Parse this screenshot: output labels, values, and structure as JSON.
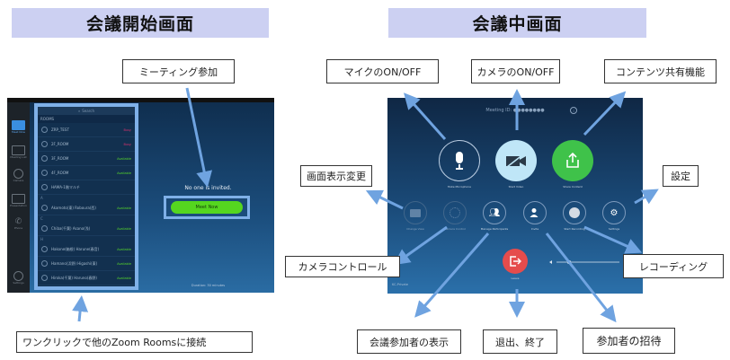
{
  "sections": {
    "start_title": "会議開始画面",
    "during_title": "会議中画面"
  },
  "callouts": {
    "join_meeting": "ミーティング参加",
    "one_click": "ワンクリックで他のZoom Roomsに接続",
    "mic": "マイクのON/OFF",
    "camera": "カメラのON/OFF",
    "share": "コンテンツ共有機能",
    "layout": "画面表示変更",
    "settings": "設定",
    "camera_control": "カメラコントロール",
    "recording": "レコーディング",
    "participants": "会議参加者の表示",
    "leave": "退出、終了",
    "invite": "参加者の招待"
  },
  "start_screen": {
    "sidebar": [
      {
        "label": "Meet Now",
        "icon": "meet-now-icon"
      },
      {
        "label": "Meeting List",
        "icon": "calendar-icon"
      },
      {
        "label": "Camera",
        "icon": "camera-control-icon"
      },
      {
        "label": "Presentation",
        "icon": "presentation-icon"
      },
      {
        "label": "Phone",
        "icon": "phone-icon"
      },
      {
        "label": "Settings",
        "icon": "settings-icon"
      }
    ],
    "search_placeholder": "Search",
    "rooms_header": "ROOMS",
    "rooms": [
      {
        "letter": "",
        "name": "ZRP_TEST",
        "status": "Busy"
      },
      {
        "letter": "",
        "name": "2F_ROOM",
        "status": "Busy"
      },
      {
        "letter": "",
        "name": "3F_ROOM",
        "status": "Available"
      },
      {
        "letter": "",
        "name": "4F_ROOM",
        "status": "Available"
      },
      {
        "letter": "",
        "name": "HAMA-1階マルチ",
        "status": ""
      },
      {
        "letter": "A",
        "name": "Akamoto(東) Roboura(西)",
        "status": "Available"
      },
      {
        "letter": "C",
        "name": "Chiba(千葉) Asano(浅)",
        "status": "Available"
      },
      {
        "letter": "H",
        "name": "Hakone(箱根) Harune(春音)",
        "status": "Available"
      },
      {
        "letter": "",
        "name": "Hamano(浜野) Higashi(東)",
        "status": "Available"
      },
      {
        "letter": "",
        "name": "Hiroka(千葉) Haruno(春野)",
        "status": "Available"
      }
    ],
    "no_one_invited": "No one is invited.",
    "meet_now_button": "Meet Now",
    "duration": "Duration: 30 minutes"
  },
  "meeting_screen": {
    "meeting_id": "Meeting ID: ●●●●●●●●",
    "info_icon": "i",
    "main_buttons": [
      {
        "label": "Mute Microphone",
        "icon": "microphone-icon"
      },
      {
        "label": "Start Video",
        "icon": "video-off-icon"
      },
      {
        "label": "Share Content",
        "icon": "share-icon"
      }
    ],
    "secondary_buttons": [
      {
        "label": "Change View",
        "icon": "layout-icon"
      },
      {
        "label": "Camera Control",
        "icon": "camera-control-icon"
      },
      {
        "label": "Manage Participants",
        "icon": "participants-icon"
      },
      {
        "label": "Invite",
        "icon": "invite-icon"
      },
      {
        "label": "Start Recording",
        "icon": "record-icon"
      },
      {
        "label": "Settings",
        "icon": "gear-icon"
      }
    ],
    "leave_label": "Leave",
    "room_name": "KC-Private",
    "volume_level": 0.2
  },
  "colors": {
    "title_bg": "#ccd0f2",
    "arrow": "#6fa3e0",
    "highlight": "#7fb0e8",
    "meet_green": "#55d61f",
    "share_green": "#3fc24a",
    "video_light": "#bfe6f7",
    "leave_red": "#e54c4c",
    "busy": "#e0336f",
    "available": "#56d62b"
  }
}
